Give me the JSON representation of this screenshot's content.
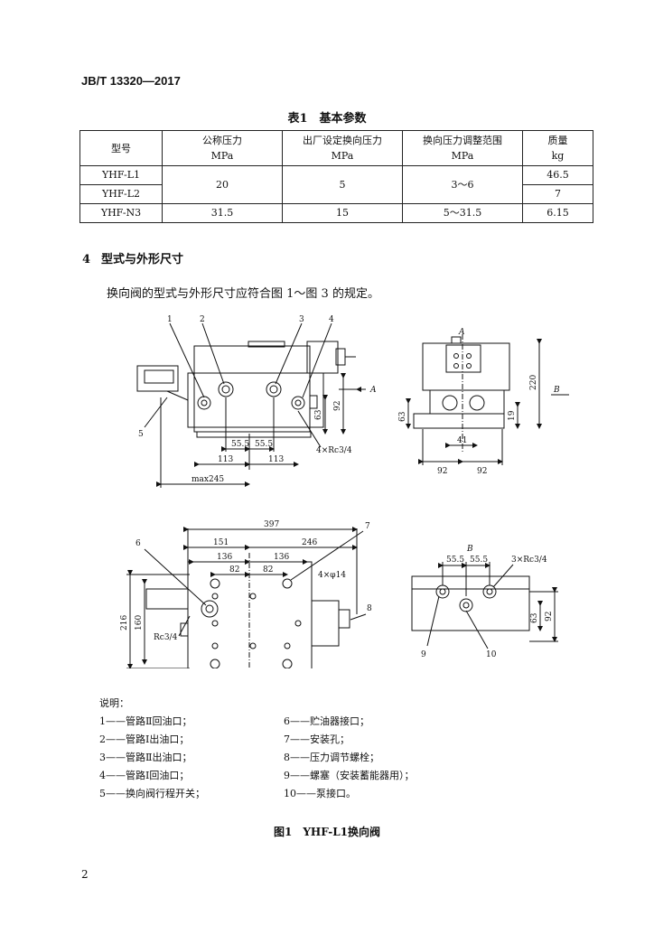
{
  "header": "JB/T 13320—2017",
  "table": {
    "title": "表1　基本参数",
    "headers": [
      {
        "line1": "型号",
        "line2": ""
      },
      {
        "line1": "公称压力",
        "line2": "MPa"
      },
      {
        "line1": "出厂设定换向压力",
        "line2": "MPa"
      },
      {
        "line1": "换向压力调整范围",
        "line2": "MPa"
      },
      {
        "line1": "质量",
        "line2": "kg"
      }
    ],
    "rows": [
      {
        "model": "YHF-L1",
        "mass": "46.5"
      },
      {
        "model": "YHF-L2",
        "mass": "7"
      },
      {
        "model": "YHF-N3",
        "pressure": "31.5",
        "setting": "15",
        "range": "5～31.5",
        "mass": "6.15"
      }
    ],
    "merged": {
      "pressure": "20",
      "setting": "5",
      "range": "3～6"
    }
  },
  "section": {
    "number": "4",
    "title": "型式与外形尺寸",
    "body": "换向阀的型式与外形尺寸应符合图 1～图 3 的规定。"
  },
  "figure": {
    "callouts": [
      "1",
      "2",
      "3",
      "4",
      "5",
      "6",
      "7",
      "8",
      "9",
      "10"
    ],
    "view_labels": {
      "a_arrow": "A",
      "b_arrow": "B",
      "a_view": "A",
      "b_view": "B"
    },
    "front_dims": {
      "d1": "55.5",
      "d2": "55.5",
      "d3": "113",
      "d4": "113",
      "max": "max245",
      "h1": "63",
      "h2": "92",
      "ports": "4×Rc3/4"
    },
    "side_dims": {
      "h": "220",
      "h2": "63",
      "h3": "19",
      "w1": "41",
      "w2": "92",
      "w3": "92"
    },
    "plan_dims": {
      "total": "397",
      "a": "151",
      "b": "246",
      "c": "136",
      "d": "136",
      "e": "82",
      "f": "82",
      "holes": "4×φ14",
      "h1": "216",
      "h2": "160",
      "port": "Rc3/4"
    },
    "bview_dims": {
      "a": "55.5",
      "b": "55.5",
      "ports": "3×Rc3/4",
      "h1": "63",
      "h2": "92"
    }
  },
  "legend": {
    "title": "说明：",
    "items_left": [
      "1——管路Ⅱ回油口；",
      "2——管路Ⅰ出油口；",
      "3——管路Ⅱ出油口；",
      "4——管路Ⅰ回油口；",
      "5——换向阀行程开关；"
    ],
    "items_right": [
      "6——贮油器接口；",
      "7——安装孔；",
      "8——压力调节螺栓；",
      "9——螺塞（安装蓄能器用）；",
      "10——泵接口。"
    ]
  },
  "caption": "图1　YHF-L1换向阀",
  "page_number": "2"
}
